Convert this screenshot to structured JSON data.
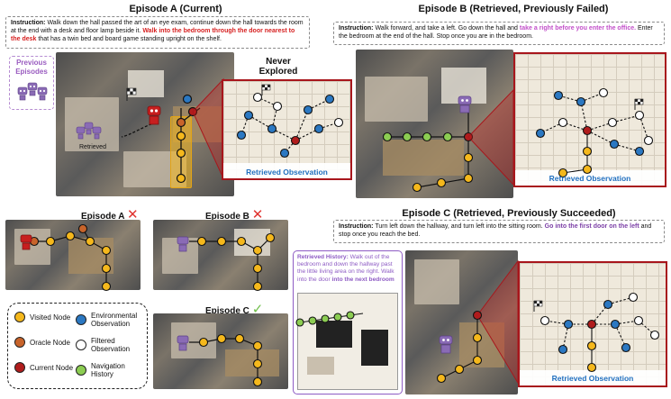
{
  "episode_a_title": "Episode A (Current)",
  "episode_b_title": "Episode B (Retrieved, Previously Failed)",
  "episode_c_title": "Episode C (Retrieved, Previously Succeeded)",
  "instruction_label": "Instruction:",
  "instr_a": {
    "plain": "Walk down the hall passed the art of an eye exam, continue down the hall towards the room at the end with a desk and floor lamp beside it.",
    "highlight": "Walk into the bedroom through the door nearest to the desk",
    "tail": "that has a twin bed and board game standing upright on the shelf."
  },
  "instr_b": {
    "plain": "Walk forward, and take a left. Go down the hall and",
    "highlight": "take a right before you enter the office.",
    "tail": "Enter the bedroom at the end of the hall. Stop once you are in the bedroom."
  },
  "instr_c": {
    "plain": "Turn left down the hallway, and turn left into the sitting room.",
    "highlight": "Go into the first door on the left",
    "tail": "and stop once you reach the bed."
  },
  "previous_episodes": "Previous Episodes",
  "never_explored": "Never Explored",
  "retrieved_label": "Retrieved",
  "retrieved_observation": "Retrieved Observation",
  "sub_episode_a": "Episode A",
  "sub_episode_b": "Episode B",
  "sub_episode_c": "Episode C",
  "retrieved_history": {
    "label": "Retrieved History:",
    "plain": "Walk out of the bedroom and down the hallway past the little living area on the right. Walk into the door",
    "highlight": "into the next bedroom"
  },
  "legend": [
    {
      "label": "Visited Node",
      "color": "#f5b81c"
    },
    {
      "label": "Environmental Observation",
      "color": "#2b78c2"
    },
    {
      "label": "Oracle Node",
      "color": "#c8642b"
    },
    {
      "label": "Filtered Observation",
      "color": "#ffffff"
    },
    {
      "label": "Current Node",
      "color": "#b01c1c"
    },
    {
      "label": "Navigation History",
      "color": "#8ccd52"
    }
  ],
  "colors": {
    "visited": "#f5b81c",
    "environmental": "#2b78c2",
    "oracle": "#c8642b",
    "filtered": "#ffffff",
    "current": "#b01c1c",
    "history": "#8ccd52",
    "zoom_border": "#a8161c",
    "highlight_red": "#d61f1f",
    "highlight_pink": "#c24fc9",
    "highlight_purple": "#7b3fa6",
    "retrieved_blue": "#1f6fbf"
  }
}
